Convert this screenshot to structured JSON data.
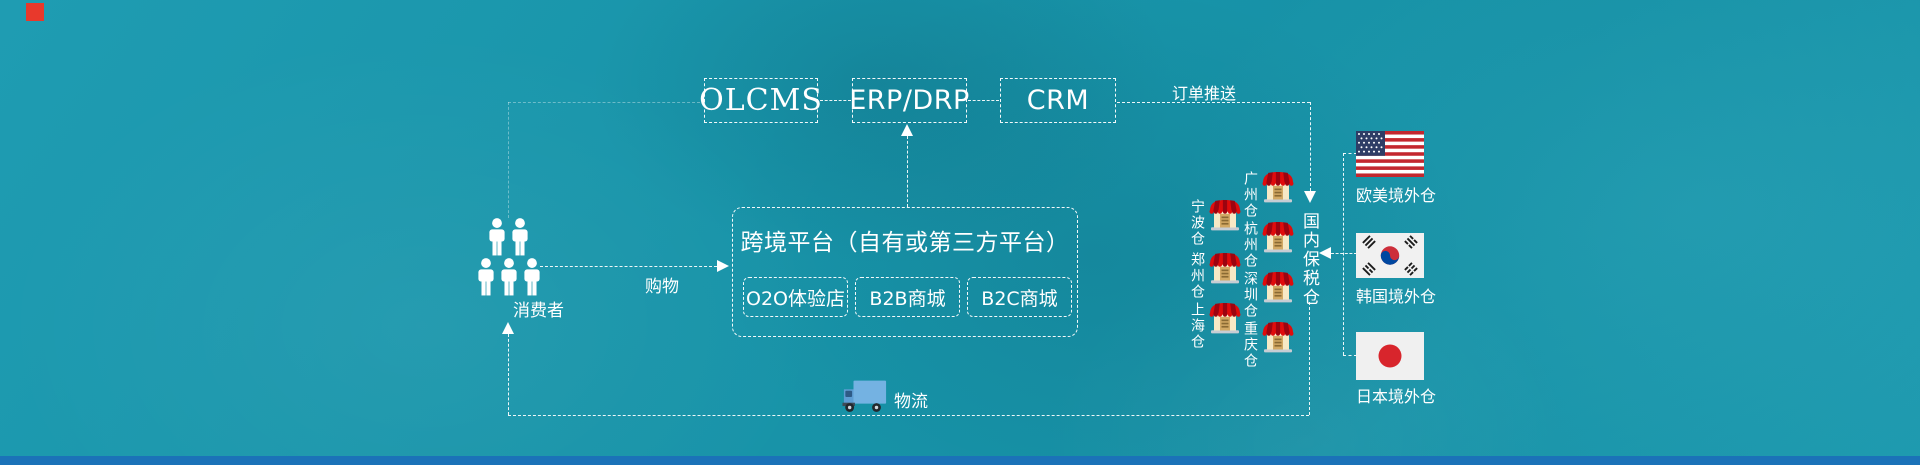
{
  "top_row": {
    "olcms": "OLCMS",
    "erp_drp": "ERP/DRP",
    "crm": "CRM",
    "order_push_label": "订单推送"
  },
  "consumers": {
    "label": "消费者",
    "shopping_label": "购物"
  },
  "platform": {
    "title": "跨境平台（自有或第三方平台）",
    "stores": [
      "O2O体验店",
      "B2B商城",
      "B2C商城"
    ]
  },
  "logistics": {
    "label": "物流"
  },
  "domestic": {
    "bonded_label": "国内保税仓",
    "warehouses": [
      "宁波仓",
      "郑州仓",
      "上海仓",
      "广州仓",
      "杭州仓",
      "深圳仓",
      "重庆仓"
    ]
  },
  "overseas": {
    "items": [
      {
        "icon": "us-flag-icon",
        "label": "欧美境外仓"
      },
      {
        "icon": "kr-flag-icon",
        "label": "韩国境外仓"
      },
      {
        "icon": "jp-flag-icon",
        "label": "日本境外仓"
      }
    ]
  },
  "icons": {
    "people": "people-icon",
    "store": "store-icon",
    "truck": "truck-icon"
  },
  "colors": {
    "background_teal": "#1793a8",
    "bottom_bar_blue": "#1b72b8",
    "store_awning_red": "#e00b0b",
    "line_white": "#ffffff",
    "corner_logo_red": "#e8392c"
  }
}
